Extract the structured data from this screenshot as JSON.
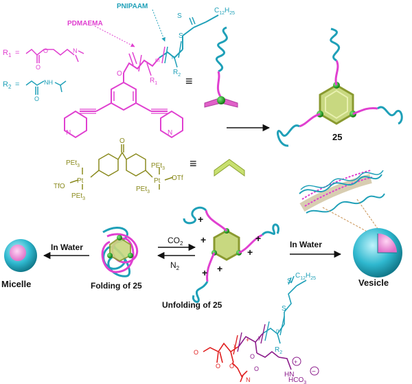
{
  "labels": {
    "pnipaam": "PNIPAAM",
    "pdmaema": "PDMAEMA",
    "c12h25_top": "C",
    "c12h25_top_sub": "12",
    "c12h25_top_h": "H",
    "c12h25_top_h_sub": "25",
    "s": "S",
    "r1": "R",
    "r1_sub": "1",
    "r2": "R",
    "r2_sub": "2",
    "n_sub": "n",
    "m_sub": "m",
    "o": "O",
    "n_atom": "N",
    "nh": "NH",
    "equals": "≡",
    "equiv": "=",
    "pet3": "PEt",
    "pet3_sub": "3",
    "pt": "Pt",
    "tfo": "TfO",
    "otf": "OTf",
    "compound": "25",
    "in_water_left": "In Water",
    "in_water_right": "In Water",
    "co2": "CO",
    "co2_sub": "2",
    "n2": "N",
    "n2_sub": "2",
    "micelle": "Micelle",
    "folding": "Folding of 25",
    "unfolding": "Unfolding of 25",
    "vesicle": "Vesicle",
    "x_sub": "x",
    "y_sub": "y",
    "hco3": "HCO",
    "hco3_sub": "3",
    "plus": "+",
    "minus": "−",
    "h": "H"
  },
  "colors": {
    "magenta": "#e040d0",
    "cyan": "#1fa0b8",
    "olive": "#8a8a1e",
    "green": "#2a9a2a",
    "red": "#e02020",
    "purple": "#8a1a8a",
    "black": "#111111",
    "lime": "#b8d060"
  }
}
